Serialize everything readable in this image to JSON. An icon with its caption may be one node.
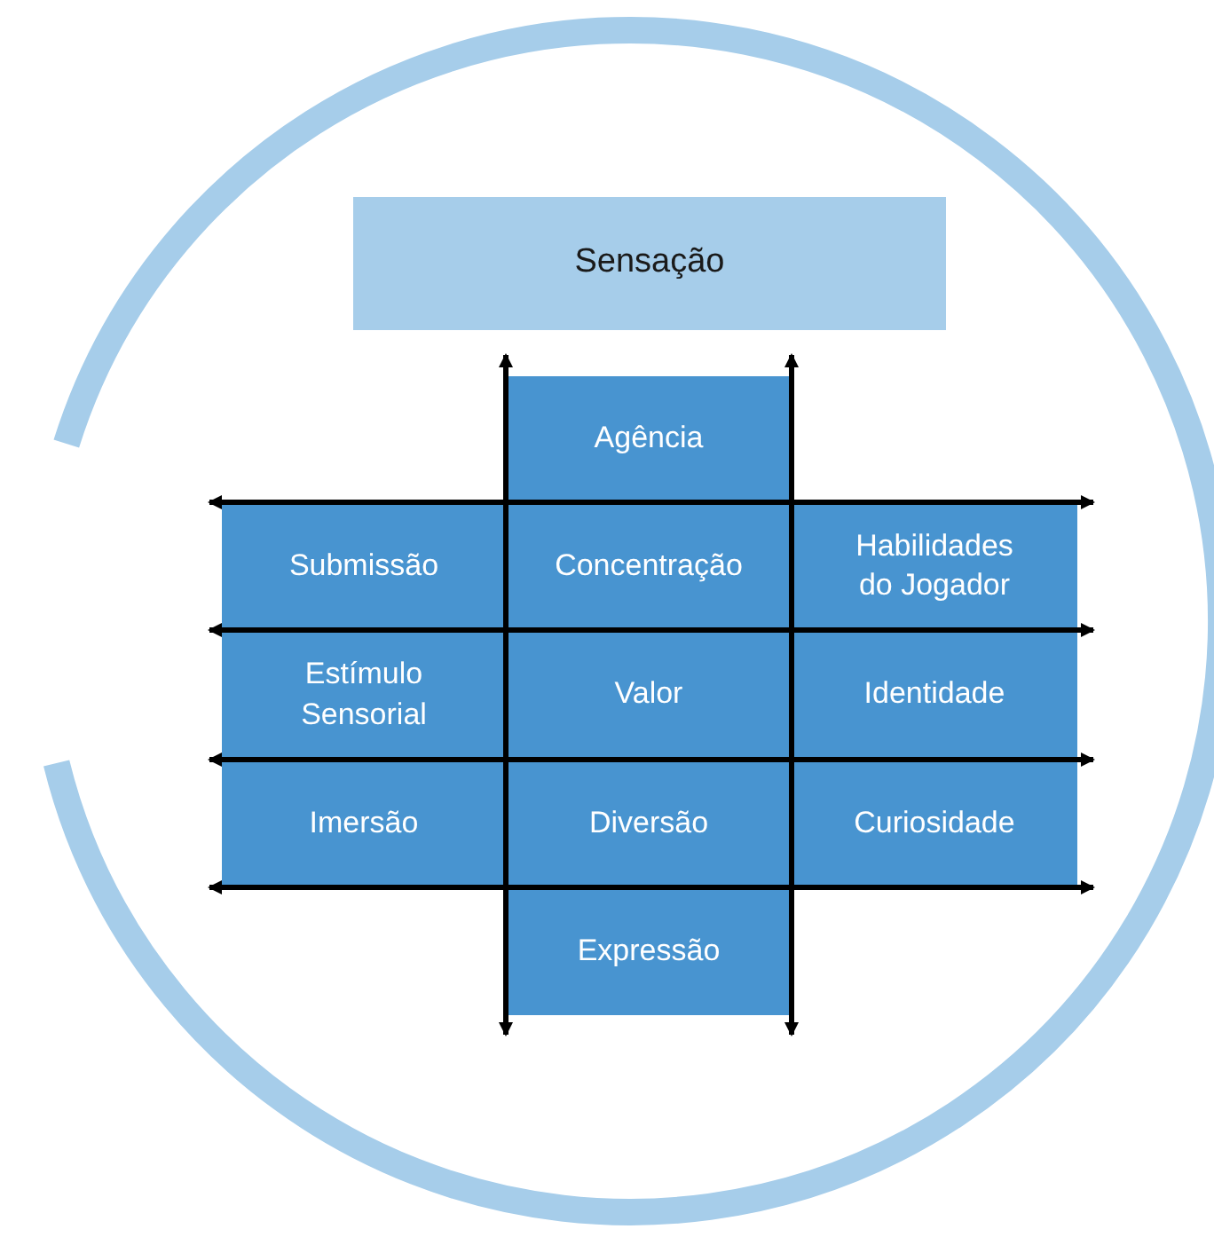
{
  "diagram": {
    "nodes": [
      {
        "text": [
          "Sensação"
        ]
      },
      {
        "text": [
          "Agência"
        ]
      },
      {
        "text": [
          "Submissão"
        ]
      },
      {
        "text": [
          "Concentração"
        ]
      },
      {
        "text": [
          "Habilidades do Jogador"
        ]
      },
      {
        "text": [
          "Estímulo Sensorial"
        ]
      },
      {
        "text": [
          "Valor"
        ]
      },
      {
        "text": [
          "Identidade"
        ]
      },
      {
        "text": [
          "Imersão"
        ]
      },
      {
        "text": [
          "Diversão"
        ]
      },
      {
        "text": [
          "Curiosidade"
        ]
      },
      {
        "text": [
          "Expressão"
        ]
      }
    ],
    "edges": [
      {
        "from": 2,
        "to": 4,
        "arrow": "both"
      },
      {
        "from": 2,
        "to": 4,
        "arrow": "both"
      },
      {
        "from": 8,
        "to": 10,
        "arrow": "both"
      },
      {
        "from": 8,
        "to": 10,
        "arrow": "both"
      },
      {
        "from": 1,
        "to": 11,
        "arrow": "both"
      },
      {
        "from": 1,
        "to": 11,
        "arrow": "both"
      }
    ]
  }
}
